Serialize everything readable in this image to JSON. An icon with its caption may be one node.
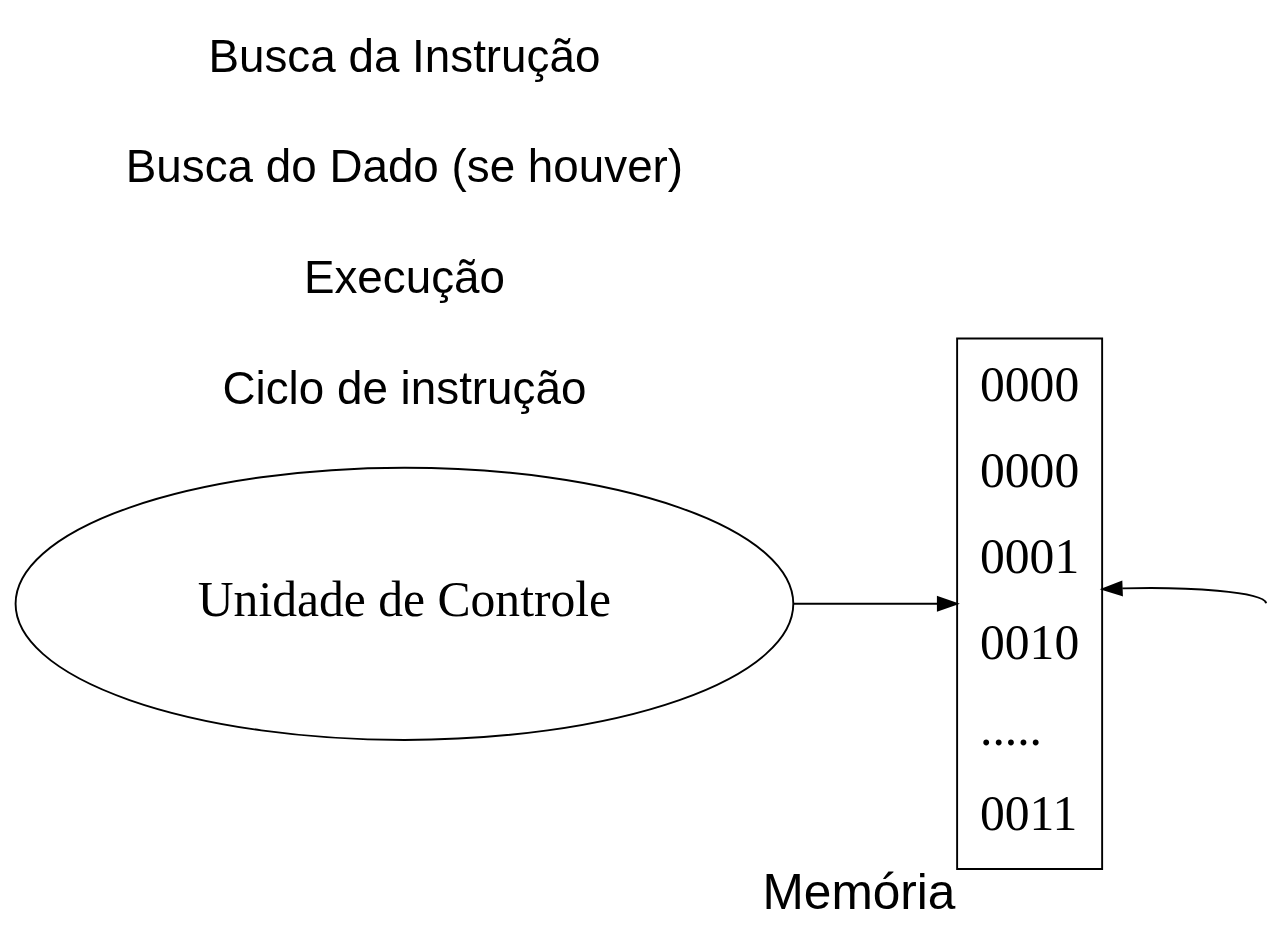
{
  "diagram": {
    "nodes": [
      {
        "text": [
          "Unidade de Controle"
        ]
      },
      {
        "text": [
          "0000",
          "0000",
          "0001",
          "0010",
          ".....",
          "0011"
        ],
        "beside": [
          "Memória"
        ]
      }
    ],
    "edges": [
      {
        "from": 0,
        "to": 1,
        "arrow": "to"
      },
      {
        "from": null,
        "to": 1,
        "arrow": "to"
      }
    ],
    "labels": [
      "Busca da Instrução",
      "Busca do Dado (se houver)",
      "Execução",
      "Ciclo de instrução"
    ]
  }
}
